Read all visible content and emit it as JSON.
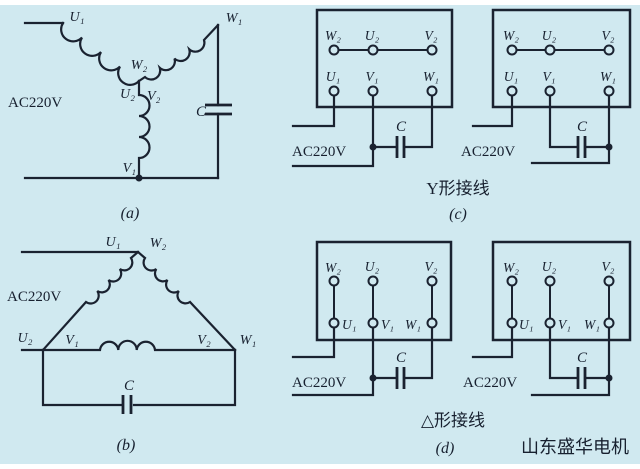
{
  "colors": {
    "background": "#d0e9f0",
    "line": "#1a2230",
    "text": "#17202f",
    "margin": "#ffffff"
  },
  "labels": {
    "u1": "U₁",
    "v1": "V₁",
    "w1": "W₁",
    "u2": "U₂",
    "v2": "V₂",
    "w2": "W₂",
    "ac_source": "AC220V",
    "capacitor": "C"
  },
  "captions": {
    "fig_a": "(a)",
    "fig_b": "(b)",
    "fig_c": "(c)",
    "fig_d": "(d)",
    "y_connection": "Y形接线",
    "delta_connection": "△形接线",
    "brand": "山东盛华电机"
  }
}
